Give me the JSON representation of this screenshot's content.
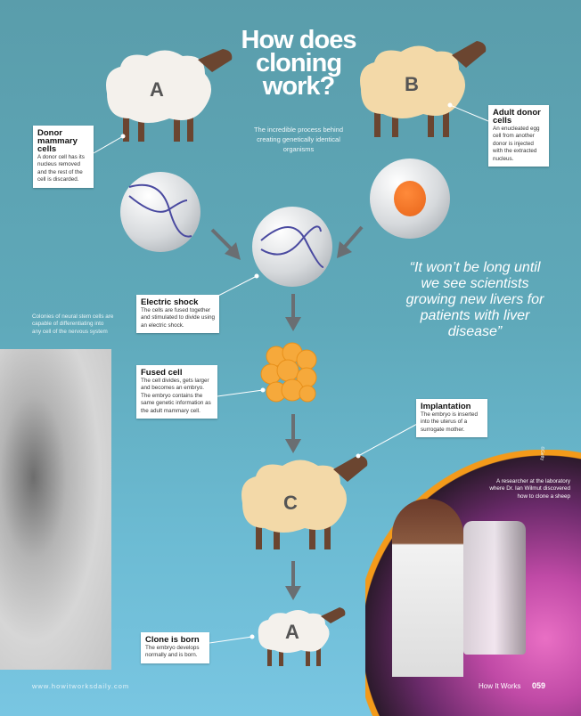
{
  "title": "How does cloning work?",
  "subtitle": "The incredible process behind creating genetically identical organisms",
  "sheep_labels": {
    "a_top": "A",
    "b_top": "B",
    "c": "C",
    "a_bottom": "A"
  },
  "steps": [
    {
      "title": "Donor mammary cells",
      "text": "A donor cell has its nucleus removed and the rest of the cell is discarded."
    },
    {
      "title": "Adult donor cells",
      "text": "An enucleated egg cell from another donor is injected with the extracted nucleus."
    },
    {
      "title": "Electric shock",
      "text": "The cells are fused together and stimulated to divide using an electric shock."
    },
    {
      "title": "Fused cell",
      "text": "The cell divides, gets larger and becomes an embryo. The embryo contains the same genetic information as the adult mammary cell."
    },
    {
      "title": "Implantation",
      "text": "The embryo is inserted into the uterus of a surrogate mother."
    },
    {
      "title": "Clone is born",
      "text": "The embryo develops normally and is born."
    }
  ],
  "quote": "“It won’t be long until we see scientists growing new livers for patients with liver disease”",
  "captions": {
    "neural": "Colonies of neural stem cells are capable of differentiating into any cell of the nervous system",
    "lab": "A researcher at the laboratory where Dr. Ian Wilmut discovered how to clone a sheep",
    "credit": "©Getty"
  },
  "footer": {
    "url": "www.howitworksdaily.com",
    "magazine": "How It Works",
    "page": "059"
  },
  "colors": {
    "accent": "#f39a1a",
    "nucleus": "#e8651a",
    "box": "#ffffff"
  }
}
